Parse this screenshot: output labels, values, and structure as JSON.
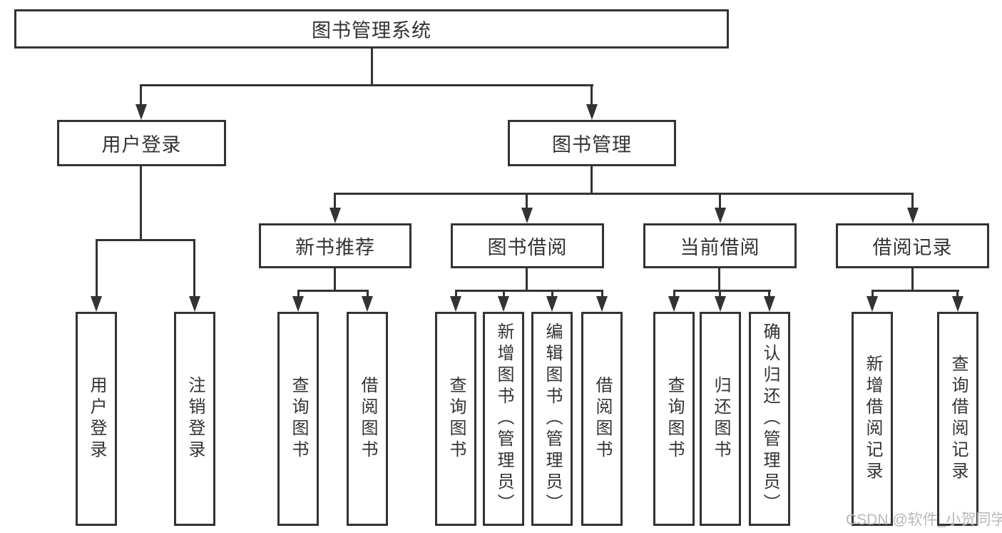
{
  "tree": {
    "label": "图书管理系统",
    "children": [
      {
        "label": "用户登录",
        "children": [
          {
            "label": "用户登录"
          },
          {
            "label": "注销登录"
          }
        ]
      },
      {
        "label": "图书管理",
        "children": [
          {
            "label": "新书推荐",
            "children": [
              {
                "label": "查询图书"
              },
              {
                "label": "借阅图书"
              }
            ]
          },
          {
            "label": "图书借阅",
            "children": [
              {
                "label": "查询图书"
              },
              {
                "label": "新增图书（管理员）"
              },
              {
                "label": "编辑图书（管理员）"
              },
              {
                "label": "借阅图书"
              }
            ]
          },
          {
            "label": "当前借阅",
            "children": [
              {
                "label": "查询图书"
              },
              {
                "label": "归还图书"
              },
              {
                "label": "确认归还（管理员）"
              }
            ]
          },
          {
            "label": "借阅记录",
            "children": [
              {
                "label": "新增借阅记录"
              },
              {
                "label": "查询借阅记录"
              }
            ]
          }
        ]
      }
    ]
  },
  "watermark": {
    "text": "CSDN @软件_小贺同学"
  },
  "colors": {
    "line": "#333333",
    "box_border": "#333333",
    "text": "#333333",
    "background": "#ffffff",
    "watermark": "#b9b9b9"
  }
}
